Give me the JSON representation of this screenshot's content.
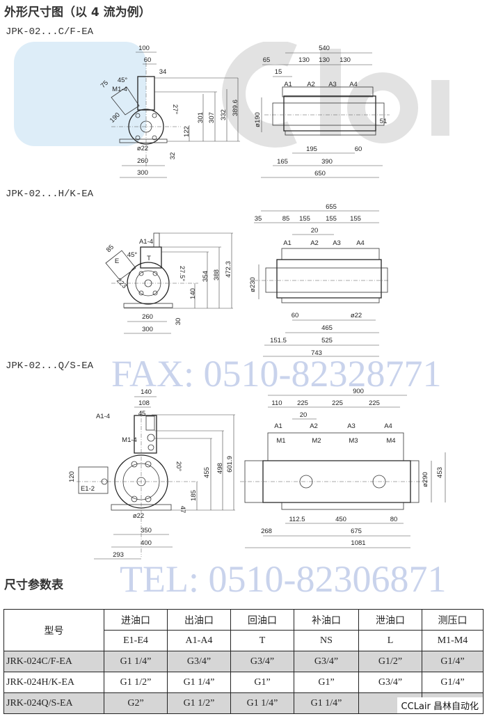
{
  "header": {
    "title": "外形尺寸图（以 4 流为例）"
  },
  "watermark": {
    "logo": "CCLair 昌林自动化",
    "tel": "TEL: 0510-82306871",
    "fax": "FAX: 0510-82328771"
  },
  "drawings": [
    {
      "title": "JPK-02...C/F-EA",
      "labels": [
        "100",
        "60",
        "34",
        "75",
        "45°",
        "M1-4",
        "190",
        "27°",
        "301",
        "307",
        "332",
        "389.6",
        "122",
        "32",
        "ø22",
        "260",
        "300",
        "540",
        "65",
        "130",
        "130",
        "130",
        "15",
        "A1",
        "A2",
        "A3",
        "A4",
        "ø190",
        "51",
        "195",
        "60",
        "165",
        "390",
        "650"
      ]
    },
    {
      "title": "JPK-02...H/K-EA",
      "labels": [
        "85",
        "A1-4",
        "45°",
        "E",
        "T",
        "223",
        "27.5°",
        "354",
        "388",
        "472.3",
        "140",
        "30",
        "260",
        "300",
        "655",
        "35",
        "85",
        "155",
        "155",
        "155",
        "20",
        "A1",
        "A2",
        "A3",
        "A4",
        "ø230",
        "ø22",
        "60",
        "465",
        "525",
        "151.5",
        "743"
      ]
    },
    {
      "title": "JPK-02...Q/S-EA",
      "labels": [
        "140",
        "108",
        "A1-4",
        "45",
        "M1-4",
        "20°",
        "601.9",
        "498",
        "455",
        "185",
        "47",
        "120",
        "E1-2",
        "ø22",
        "350",
        "400",
        "293",
        "900",
        "110",
        "225",
        "225",
        "225",
        "20",
        "A1",
        "A2",
        "A3",
        "A4",
        "M1",
        "M2",
        "M3",
        "M4",
        "ø290",
        "453",
        "112.5",
        "450",
        "80",
        "675",
        "268",
        "1081"
      ]
    }
  ],
  "table": {
    "title": "尺寸参数表",
    "header_row1": [
      "型号",
      "进油口",
      "出油口",
      "回油口",
      "补油口",
      "泄油口",
      "测压口"
    ],
    "header_row2": [
      "E1-E4",
      "A1-A4",
      "T",
      "NS",
      "L",
      "M1-M4"
    ],
    "rows": [
      [
        "JRK-024C/F-EA",
        "G1 1/4”",
        "G3/4”",
        "G3/4”",
        "G3/4”",
        "G1/2”",
        "G1/4”"
      ],
      [
        "JRK-024H/K-EA",
        "G1 1/2”",
        "G1 1/4”",
        "G1”",
        "G1”",
        "G3/4”",
        "G1/4”"
      ],
      [
        "JRK-024Q/S-EA",
        "G2”",
        "G1 1/2”",
        "G1 1/4”",
        "G1 1/4”",
        "",
        ""
      ]
    ]
  },
  "badge": "CCLair 昌林自动化"
}
